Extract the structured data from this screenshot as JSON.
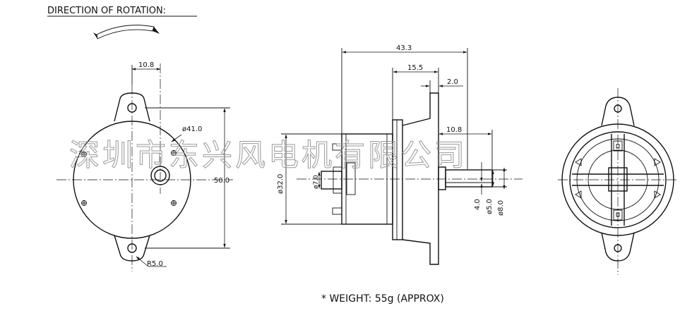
{
  "heading": "DIRECTION OF ROTATION:",
  "weight_note": "* WEIGHT: 55g (APPROX)",
  "watermark": "深圳市东兴风电机有限公司",
  "front_view": {
    "dim_offset": "10.8",
    "dim_diameter": "ø41.0",
    "dim_height": "50.0",
    "dim_radius": "R5.0"
  },
  "side_view": {
    "dim_total_length": "43.3",
    "dim_body_length": "15.5",
    "dim_flange_thickness": "2.0",
    "dim_shaft_length": "10.8",
    "dim_body_diameter": "ø32.0",
    "dim_boss_diameter": "ø7.0",
    "dim_flat": "4.0",
    "dim_shaft_diameter": "ø5.0",
    "dim_collar_diameter": "ø8.0"
  },
  "colors": {
    "ink": "#111111",
    "watermark": "#9a9a9a",
    "background": "#ffffff"
  }
}
